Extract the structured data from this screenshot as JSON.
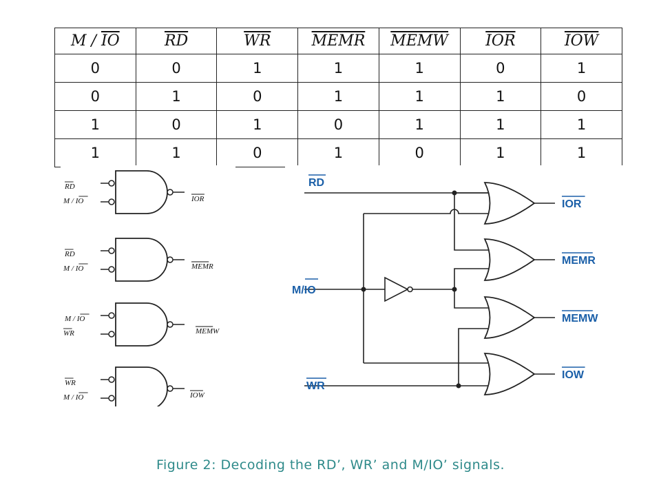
{
  "truth_table": {
    "headers": [
      "M / IO",
      "RD",
      "WR",
      "MEMR",
      "MEMW",
      "IOR",
      "IOW"
    ],
    "rows": [
      [
        "0",
        "0",
        "1",
        "1",
        "1",
        "0",
        "1"
      ],
      [
        "0",
        "1",
        "0",
        "1",
        "1",
        "1",
        "0"
      ],
      [
        "1",
        "0",
        "1",
        "0",
        "1",
        "1",
        "1"
      ],
      [
        "1",
        "1",
        "0",
        "1",
        "0",
        "1",
        "1"
      ]
    ]
  },
  "nand_diagram": {
    "gates": [
      {
        "in1": "RD",
        "in2": "M / IO",
        "out": "IOR"
      },
      {
        "in1": "RD",
        "in2": "M / IO",
        "out": "MEMR"
      },
      {
        "in1": "M / IO",
        "in2": "WR",
        "out": "MEMW"
      },
      {
        "in1": "WR",
        "in2": "M / IO",
        "out": "IOW"
      }
    ]
  },
  "or_diagram": {
    "inputs": {
      "rd": "RD",
      "mio": "M/IO",
      "wr": "WR"
    },
    "outputs": [
      "IOR",
      "MEMR",
      "MEMW",
      "IOW"
    ],
    "input_color": "#1a5fa8",
    "output_color": "#1a5fa8"
  },
  "caption": "Figure 2: Decoding the RD’, WR’ and M/IO’ signals."
}
